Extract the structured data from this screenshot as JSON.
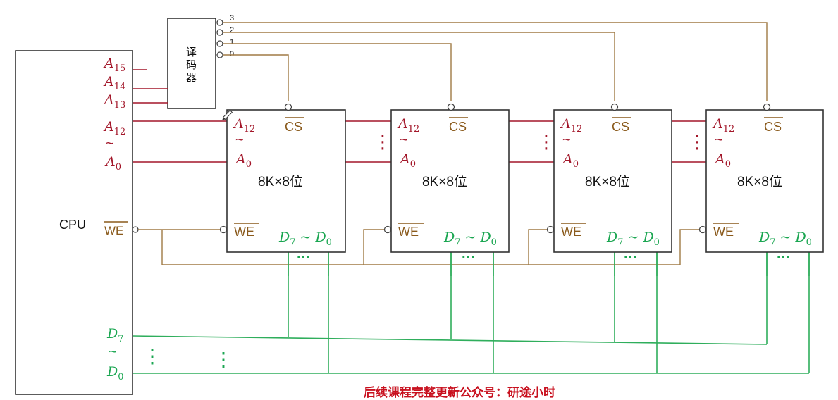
{
  "cpu": {
    "label": "CPU",
    "a15": "A",
    "a15_sub": "15",
    "a14": "A",
    "a14_sub": "14",
    "a13": "A",
    "a13_sub": "13",
    "a12": "A",
    "a12_sub": "12",
    "tilde": "~",
    "a0": "A",
    "a0_sub": "0",
    "we": "WE",
    "d7": "D",
    "d7_sub": "7",
    "d0": "D",
    "d0_sub": "0"
  },
  "decoder": {
    "chars": [
      "译",
      "码",
      "器"
    ],
    "outputs": [
      "3",
      "2",
      "1",
      "0"
    ]
  },
  "chip": {
    "a12": "A",
    "a12_sub": "12",
    "tilde": "~",
    "a0": "A",
    "a0_sub": "0",
    "cs": "CS",
    "we": "WE",
    "size": "8K×8位",
    "d7": "D",
    "d7_sub": "7",
    "d_tilde": "~",
    "d0": "D",
    "d0_sub": "0"
  },
  "vdots": "⋮",
  "hdots": "···",
  "footer": "后续课程完整更新公众号：研途小时"
}
